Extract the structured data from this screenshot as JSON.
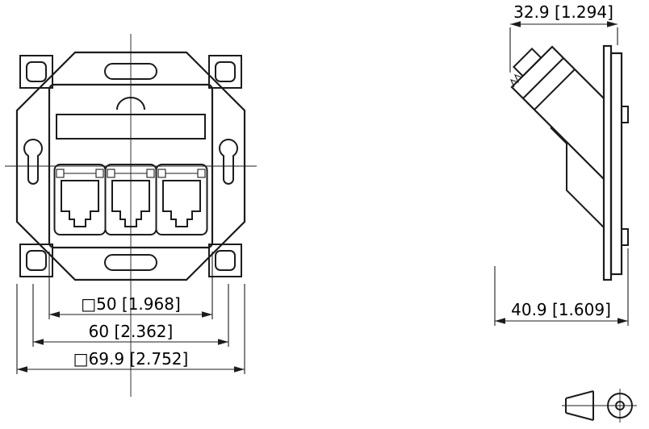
{
  "colors": {
    "line": "#1c1c1c",
    "background": "#ffffff"
  },
  "front_view": {
    "dim_plate_label": "□50 [1.968]",
    "dim_spacing_label": "60 [2.362]",
    "dim_frame_label": "□69.9 [2.752]"
  },
  "side_view": {
    "dim_top_label": "32.9 [1.294]",
    "dim_bottom_label": "40.9 [1.609]"
  }
}
